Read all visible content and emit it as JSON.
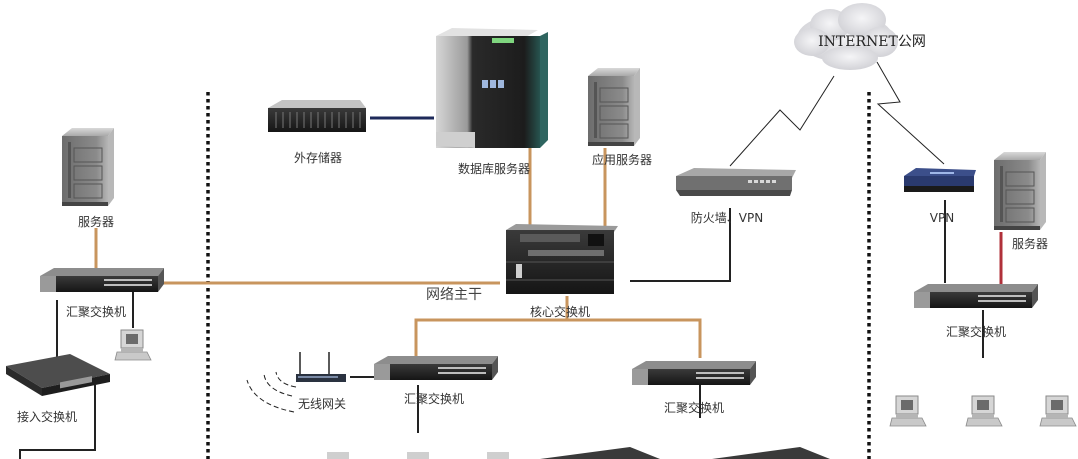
{
  "colors": {
    "backbone": "#c8955e",
    "link": "#222222",
    "storage_link": "#1e2a5a",
    "red_link": "#b0303a",
    "cloud": "#e4e4e8",
    "divider": "#111111"
  },
  "cloud": {
    "label": "INTERNET公网",
    "icon": "cloud-icon"
  },
  "backbone": {
    "label": "网络主干"
  },
  "nodes": {
    "left_server": {
      "label": "服务器",
      "icon": "tower-server-icon"
    },
    "left_agg_switch": {
      "label": "汇聚交换机",
      "icon": "rack-switch-icon"
    },
    "left_access_switch": {
      "label": "接入交换机",
      "icon": "desktop-switch-icon"
    },
    "left_pc": {
      "label": "",
      "icon": "desktop-pc-icon"
    },
    "external_storage": {
      "label": "外存储器",
      "icon": "disk-array-icon"
    },
    "db_server": {
      "label": "数据库服务器",
      "icon": "mainframe-server-icon"
    },
    "app_server": {
      "label": "应用服务器",
      "icon": "tower-server-icon"
    },
    "firewall": {
      "label": "防火墙、VPN",
      "icon": "firewall-icon"
    },
    "core_switch": {
      "label": "核心交换机",
      "icon": "chassis-switch-icon"
    },
    "wireless_gateway": {
      "label": "无线网关",
      "icon": "wireless-router-icon"
    },
    "mid_agg_switch_1": {
      "label": "汇聚交换机",
      "icon": "rack-switch-icon"
    },
    "mid_agg_switch_2": {
      "label": "汇聚交换机",
      "icon": "rack-switch-icon"
    },
    "right_vpn": {
      "label": "VPN",
      "icon": "vpn-router-icon"
    },
    "right_server": {
      "label": "服务器",
      "icon": "tower-server-icon"
    },
    "right_agg_switch": {
      "label": "汇聚交换机",
      "icon": "rack-switch-icon"
    }
  }
}
